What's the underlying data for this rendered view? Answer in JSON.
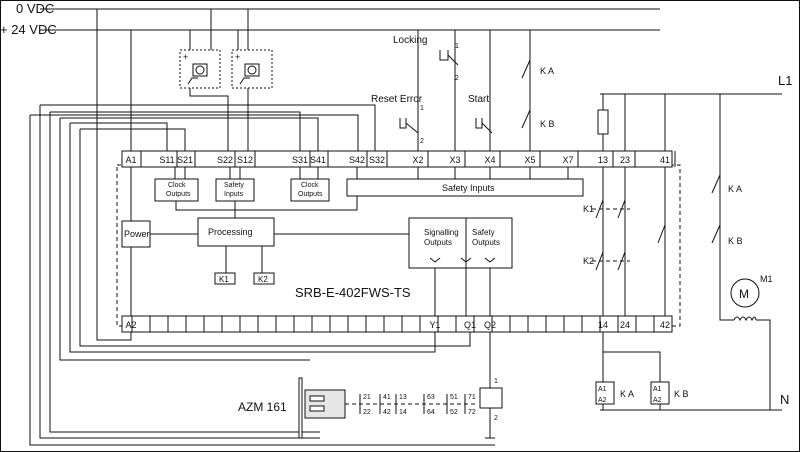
{
  "rails": {
    "zero": "0 VDC",
    "plus": "+ 24 VDC",
    "l1": "L1",
    "n": "N"
  },
  "inputs": {
    "locking": "Locking",
    "reset": "Reset Error",
    "start": "Start"
  },
  "module": {
    "name": "SRB-E-402FWS-TS",
    "top_terminals": [
      "A1",
      "S11",
      "S21",
      "S22",
      "S12",
      "S31",
      "S41",
      "S42",
      "S32",
      "X2",
      "X3",
      "X4",
      "X5",
      "X7",
      "13",
      "23",
      "41"
    ],
    "bottom_terminals": [
      "A2",
      "Y1",
      "Q1",
      "Q2",
      "14",
      "24",
      "42"
    ],
    "blocks": {
      "clock1": [
        "Clock",
        "Outputs"
      ],
      "safety_in_small": [
        "Safety",
        "Inputs"
      ],
      "clock2": [
        "Clock",
        "Outputs"
      ],
      "safety_inputs": "Safety Inputs",
      "power": "Power",
      "processing": "Processing",
      "k1": "K1",
      "k2": "K2",
      "signalling": [
        "Signalling",
        "Outputs"
      ],
      "safety_outputs": [
        "Safety",
        "Outputs"
      ]
    }
  },
  "contacts": {
    "k1": "K1",
    "k2": "K2",
    "ka": "K A",
    "kb": "K B"
  },
  "coils": {
    "ka": "K A",
    "kb": "K B",
    "m1": "M1"
  },
  "switch": {
    "name": "AZM 161",
    "pins_top": [
      "21",
      "41",
      "13",
      "63",
      "51",
      "71"
    ],
    "pins_bottom": [
      "22",
      "42",
      "14",
      "64",
      "52",
      "72"
    ]
  },
  "pin_numbers": {
    "p1": "1",
    "p2": "2",
    "p21": "2",
    "p1b": "1",
    "a1": "A1",
    "a2": "A2"
  }
}
